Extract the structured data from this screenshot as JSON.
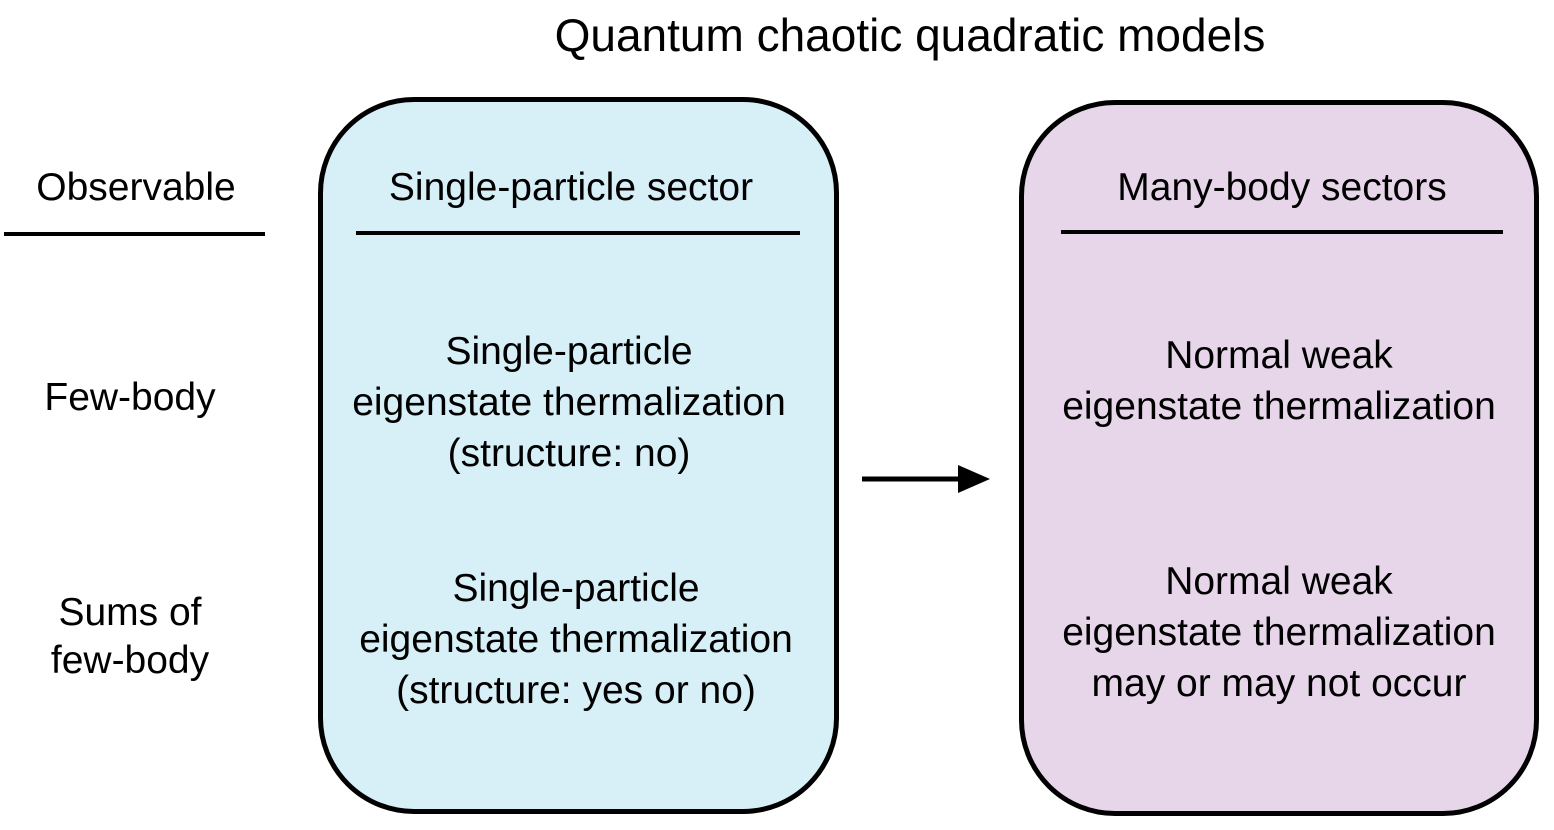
{
  "diagram": {
    "title": "Quantum chaotic quadratic models",
    "observable_header": "Observable",
    "rows": {
      "few_body": "Few-body",
      "sums_line1": "Sums of",
      "sums_line2": "few-body"
    },
    "single_particle": {
      "header": "Single-particle sector",
      "few_body": [
        "Single-particle",
        "eigenstate thermalization",
        "(structure: no)"
      ],
      "sums": [
        "Single-particle",
        "eigenstate thermalization",
        "(structure: yes or no)"
      ],
      "fill_color": "#d7eff7"
    },
    "many_body": {
      "header": "Many-body sectors",
      "few_body": [
        "Normal weak",
        "eigenstate thermalization"
      ],
      "sums": [
        "Normal weak",
        "eigenstate thermalization",
        "may or may not occur"
      ],
      "fill_color": "#e7d5ea"
    },
    "arrow": {
      "icon": "right-arrow-icon",
      "color": "#000000"
    }
  }
}
